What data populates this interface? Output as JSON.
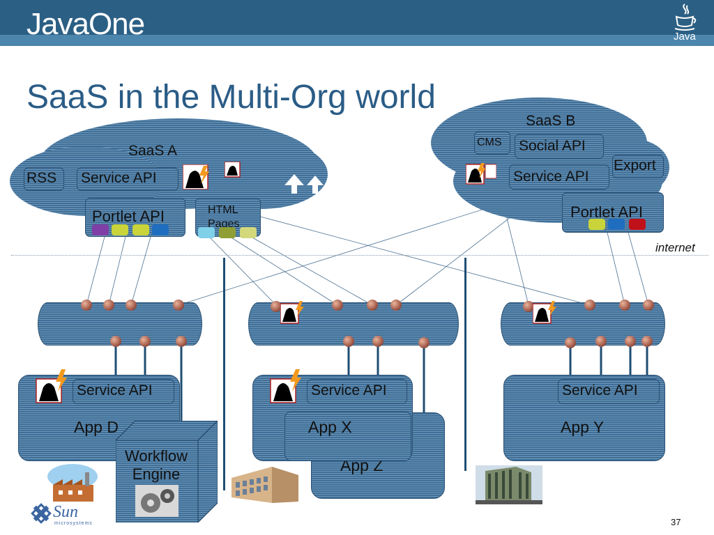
{
  "header": {
    "brand": "JavaOne",
    "java_logo_text": "Java"
  },
  "slide": {
    "title": "SaaS in the Multi-Org world",
    "page_number": "37"
  },
  "saas_a": {
    "label": "SaaS A",
    "rss": "RSS",
    "service_api": "Service API",
    "portlet_api": "Portlet API",
    "html_pages": "HTML\nPages",
    "portlet_chip_colors": [
      "#7f3fa6",
      "#c8d43a",
      "#c8d43a",
      "#1f6dbf"
    ],
    "html_chip_colors": [
      "#7fd0e8",
      "#8f9f35",
      "#d3d97a"
    ]
  },
  "saas_b": {
    "label": "SaaS B",
    "cms": "CMS",
    "social_api": "Social API",
    "export": "Export",
    "service_api": "Service API",
    "portlet_api": "Portlet API",
    "portlet_chip_colors": [
      "#c8d43a",
      "#1f6dbf",
      "#c0101a"
    ]
  },
  "internet_label": "internet",
  "apps": {
    "d": {
      "service_api": "Service API",
      "label": "App D"
    },
    "x": {
      "service_api": "Service API",
      "label": "App X"
    },
    "z": {
      "label": "App Z"
    },
    "y": {
      "service_api": "Service API",
      "label": "App Y"
    }
  },
  "workflow": {
    "label": "Workflow\nEngine"
  },
  "colors": {
    "brand_blue": "#2c5f84",
    "title_blue": "#2a5c86",
    "accent_orange": "#f39a1e"
  },
  "icons": [
    "java-cup-icon",
    "person-icon",
    "lightning-icon",
    "gear-icon",
    "factory-icon",
    "building-icon",
    "sun-logo-icon"
  ]
}
